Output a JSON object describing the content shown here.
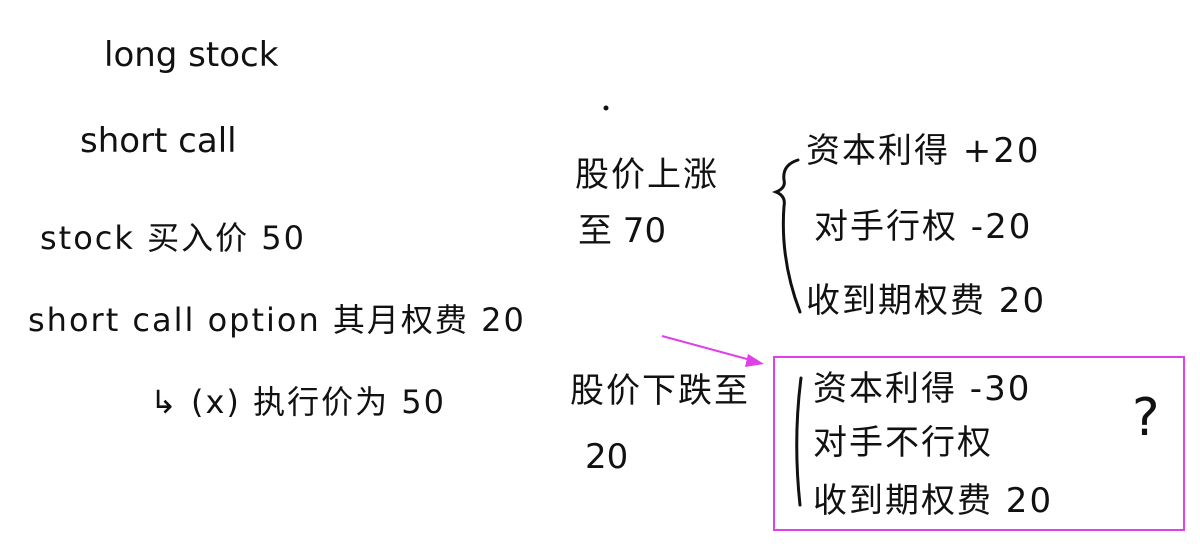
{
  "left_notes": {
    "line1": "long stock",
    "line2": "short call",
    "line3": "stock 买入价 50",
    "line4": "short call option 其月权费 20",
    "line5": "↳ (x) 执行价为 50"
  },
  "rise_scenario": {
    "label_line1": "股价上涨",
    "label_line2": "至 70",
    "outcomes": [
      "资本利得  +20",
      "对手行权  -20",
      "收到期权费 20"
    ]
  },
  "fall_scenario": {
    "label_line1": "股价下跌至",
    "label_line2": "20",
    "outcomes": [
      "资本利得  -30",
      "对手不行权",
      "收到期权费 20"
    ],
    "question": "?"
  },
  "colors": {
    "ink": "#111111",
    "highlight": "#e040e8"
  }
}
